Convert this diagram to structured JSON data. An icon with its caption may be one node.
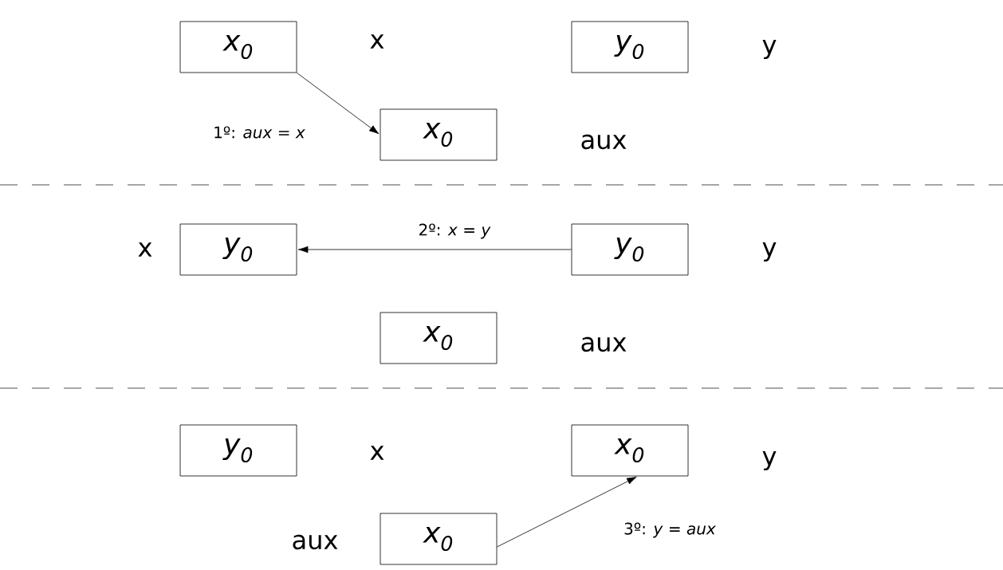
{
  "diagram": {
    "nodes": [
      {
        "text": [
          "x$_{0}$"
        ],
        "beside": [
          "x"
        ]
      },
      {
        "text": [
          "y$_{0}$"
        ],
        "beside": [
          "y"
        ]
      },
      {
        "text": [
          "x$_{0}$"
        ],
        "beside": [
          "aux"
        ]
      },
      {
        "text": [
          "y$_{0}$"
        ],
        "beside": [
          "x"
        ]
      },
      {
        "text": [
          "y$_{0}$"
        ],
        "beside": [
          "y"
        ]
      },
      {
        "text": [
          "x$_{0}$"
        ],
        "beside": [
          "aux"
        ]
      },
      {
        "text": [
          "y$_{0}$"
        ],
        "beside": [
          "x"
        ]
      },
      {
        "text": [
          "x$_{0}$"
        ],
        "beside": [
          "y"
        ]
      },
      {
        "text": [
          "x$_{0}$"
        ],
        "beside": [
          "aux"
        ]
      }
    ],
    "edges": [
      {
        "from": 0,
        "to": 2,
        "arrow": "to",
        "label": "1º: *aux* = *x*"
      },
      {
        "from": 4,
        "to": 3,
        "arrow": "to",
        "label": "2º: *x* = *y*"
      },
      {
        "from": 8,
        "to": 7,
        "arrow": "to",
        "label": "3º: *y* = *aux*"
      }
    ]
  }
}
